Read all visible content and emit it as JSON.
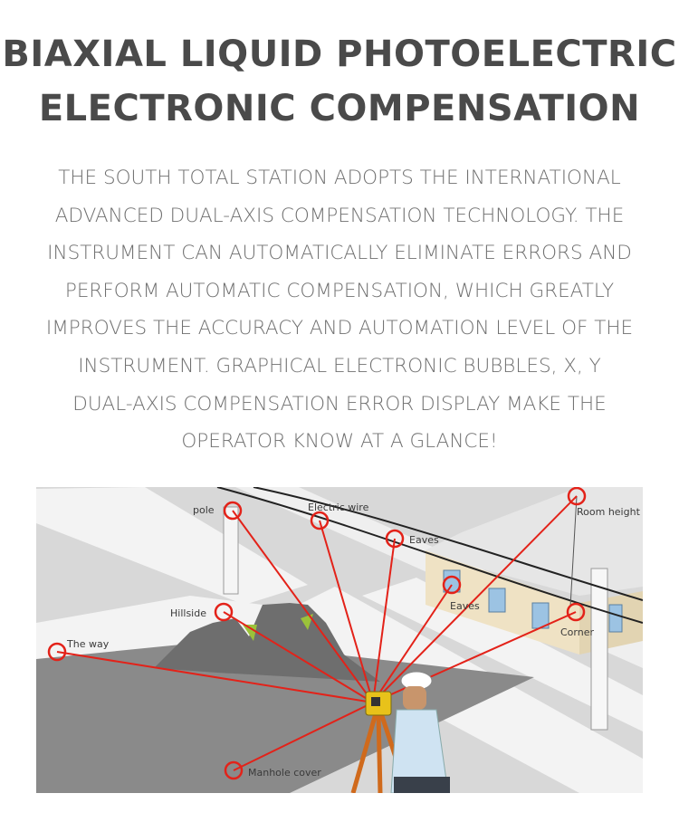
{
  "heading": {
    "line1": "BIAXIAL LIQUID PHOTOELECTRIC",
    "line2": "ELECTRONIC COMPENSATION"
  },
  "description": {
    "lines": [
      "THE SOUTH TOTAL STATION ADOPTS THE INTERNATIONAL",
      "ADVANCED DUAL-AXIS COMPENSATION TECHNOLOGY. THE",
      "INSTRUMENT CAN AUTOMATICALLY ELIMINATE ERRORS AND",
      "PERFORM AUTOMATIC COMPENSATION, WHICH GREATLY",
      "IMPROVES THE ACCURACY AND AUTOMATION LEVEL OF THE",
      "INSTRUMENT. GRAPHICAL ELECTRONIC BUBBLES, X, Y",
      "DUAL-AXIS COMPENSATION ERROR DISPLAY MAKE THE",
      "OPERATOR KNOW AT A GLANCE!"
    ]
  },
  "illustration": {
    "labels": {
      "pole": "pole",
      "electric_wire": "Electric wire",
      "room_height": "Room height",
      "eaves_top": "Eaves",
      "eaves_mid": "Eaves",
      "hillside": "Hillside",
      "corner": "Corner",
      "the_way": "The way",
      "manhole_cover": "Manhole cover"
    },
    "colors": {
      "target_line": "#e32219",
      "road": "#f2f2f2",
      "ground": "#d9d9d9",
      "field": "#8c8c8c",
      "house_wall": "#efe2c4",
      "roof": "#e8e8e8"
    }
  }
}
